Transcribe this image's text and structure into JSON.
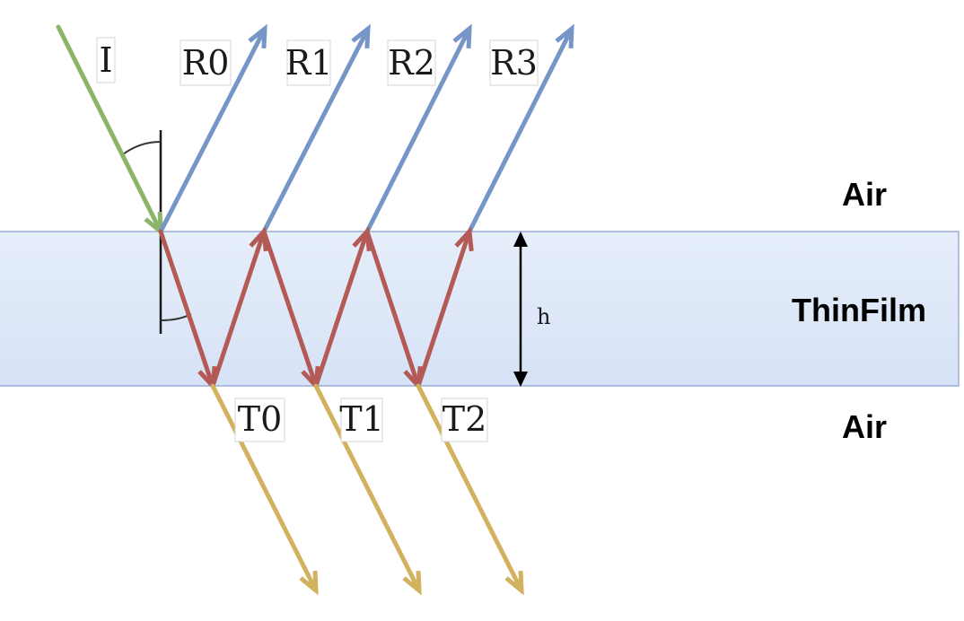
{
  "colors": {
    "incident": "#8db56a",
    "reflected": "#7596c6",
    "internal": "#b45a56",
    "transmitted": "#d2b25e",
    "film_fill_top": "#e6eefa",
    "film_fill_bottom": "#d6e2f6",
    "film_border": "#9aaed6"
  },
  "labels": {
    "incident": "I",
    "reflected": [
      "R0",
      "R1",
      "R2",
      "R3"
    ],
    "transmitted": [
      "T0",
      "T1",
      "T2"
    ],
    "thickness": "h"
  },
  "media": {
    "top": "Air",
    "film": "ThinFilm",
    "bottom": "Air"
  }
}
